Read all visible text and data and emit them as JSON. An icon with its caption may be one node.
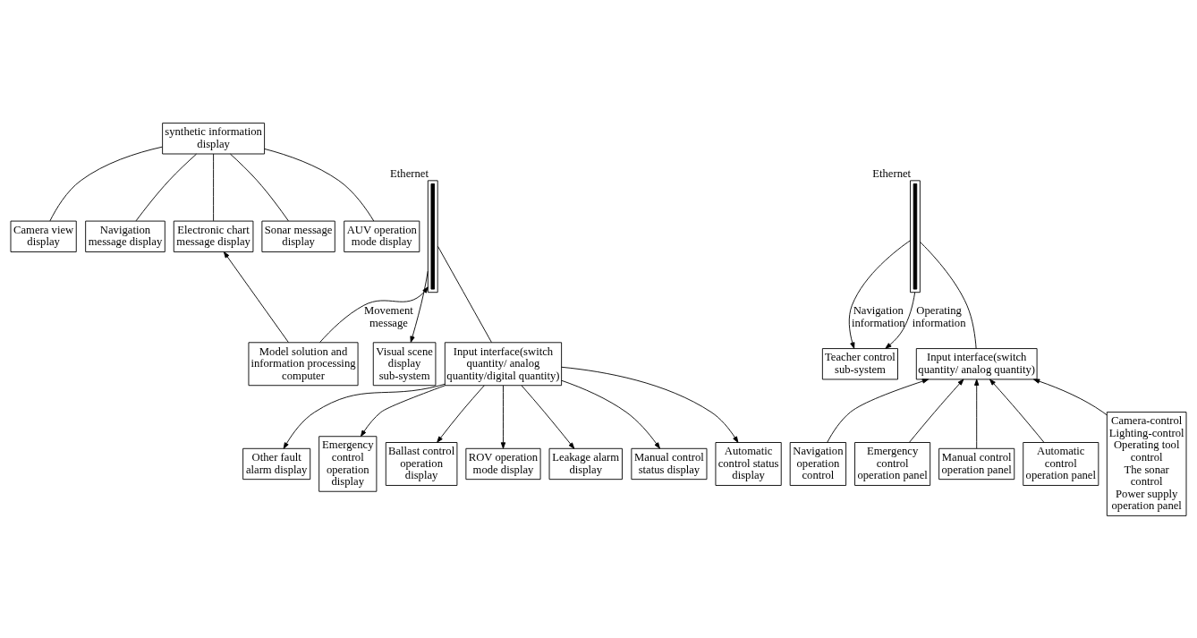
{
  "diagram": {
    "nodes": [
      {
        "text": [
          "synthetic information display"
        ]
      },
      {
        "text": [
          "Camera view display"
        ]
      },
      {
        "text": [
          "Navigation message display"
        ]
      },
      {
        "text": [
          "Electronic chart message display"
        ]
      },
      {
        "text": [
          "Sonar message display"
        ]
      },
      {
        "text": [
          "AUV operation mode display"
        ]
      },
      {
        "text": [
          "Ethernet"
        ]
      },
      {
        "text": [
          "Teacher control sub-system"
        ]
      },
      {
        "text": [
          "Model solution and information processing computer"
        ]
      },
      {
        "text": [
          "Ethernet"
        ]
      },
      {
        "text": [
          "Visual scene display sub-system"
        ]
      },
      {
        "text": [
          "Input interface(switch quantity/ analog quantity)"
        ]
      },
      {
        "text": [
          "Input interface(switch quantity/ analog quantity/digital quantity)"
        ]
      },
      {
        "text": [
          "Navigation operation control"
        ]
      },
      {
        "text": [
          "Emergency control operation panel"
        ]
      },
      {
        "text": [
          "Manual control operation panel"
        ]
      },
      {
        "text": [
          "Automatic control operation panel"
        ]
      },
      {
        "text": [
          "Camera-control",
          "Lighting-control",
          "Operating tool control",
          "The sonar control",
          "Power supply operation panel"
        ]
      },
      {
        "text": [
          "Other fault alarm display"
        ]
      },
      {
        "text": [
          "Emergency control operation display"
        ]
      },
      {
        "text": [
          "Ballast control operation display"
        ]
      },
      {
        "text": [
          "ROV operation mode display"
        ]
      },
      {
        "text": [
          "Leakage alarm display"
        ]
      },
      {
        "text": [
          "Manual control status display"
        ]
      },
      {
        "text": [
          "Automatic control status display"
        ]
      }
    ],
    "edges": [
      {
        "from": 0,
        "to": 1,
        "arrow": "none"
      },
      {
        "from": 0,
        "to": 2,
        "arrow": "none"
      },
      {
        "from": 0,
        "to": 3,
        "arrow": "none"
      },
      {
        "from": 0,
        "to": 4,
        "arrow": "none"
      },
      {
        "from": 0,
        "to": 5,
        "arrow": "none"
      },
      {
        "from": 6,
        "to": 7,
        "arrow": "to",
        "label": "Navigation information"
      },
      {
        "from": 6,
        "to": 7,
        "arrow": "to",
        "label": "Operating information"
      },
      {
        "from": 8,
        "to": 3,
        "arrow": "to"
      },
      {
        "from": 8,
        "to": 9,
        "arrow": "to",
        "label": "Movement message"
      },
      {
        "from": 9,
        "to": 10,
        "arrow": "to"
      },
      {
        "from": 6,
        "to": 11,
        "arrow": "none"
      },
      {
        "from": 9,
        "to": 12,
        "arrow": "none"
      },
      {
        "from": 13,
        "to": 11,
        "arrow": "to"
      },
      {
        "from": 14,
        "to": 11,
        "arrow": "to"
      },
      {
        "from": 15,
        "to": 11,
        "arrow": "to"
      },
      {
        "from": 16,
        "to": 11,
        "arrow": "to"
      },
      {
        "from": 17,
        "to": 11,
        "arrow": "to"
      },
      {
        "from": 12,
        "to": 18,
        "arrow": "to"
      },
      {
        "from": 12,
        "to": 19,
        "arrow": "to"
      },
      {
        "from": 12,
        "to": 20,
        "arrow": "to"
      },
      {
        "from": 12,
        "to": 21,
        "arrow": "to"
      },
      {
        "from": 12,
        "to": 22,
        "arrow": "to"
      },
      {
        "from": 12,
        "to": 23,
        "arrow": "to"
      },
      {
        "from": 12,
        "to": 24,
        "arrow": "to"
      }
    ]
  }
}
